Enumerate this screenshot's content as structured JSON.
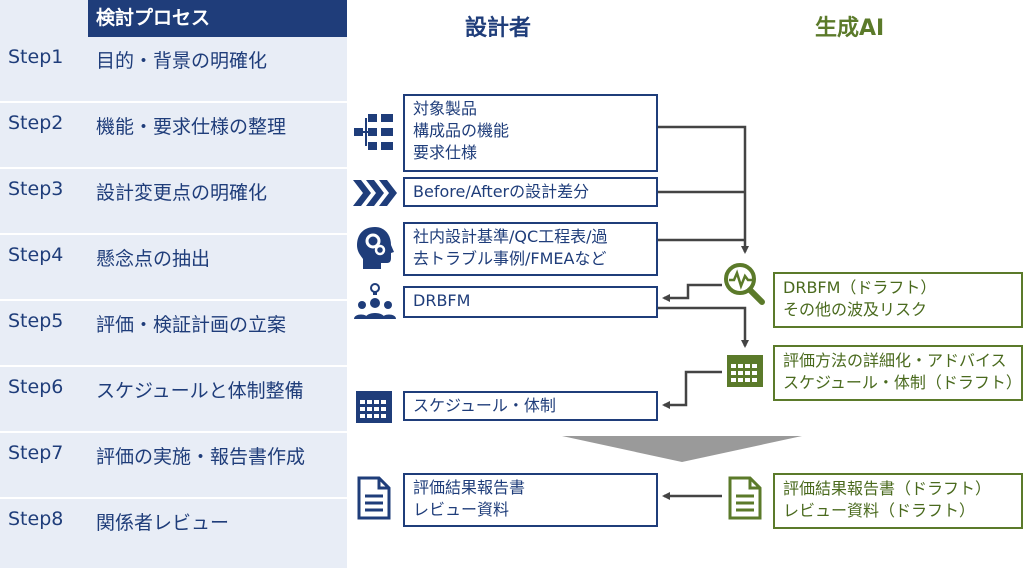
{
  "steps_panel": {
    "header": "検討プロセス",
    "steps": [
      {
        "no": "Step1",
        "label": "目的・背景の明確化"
      },
      {
        "no": "Step2",
        "label": "機能・要求仕様の整理"
      },
      {
        "no": "Step3",
        "label": "設計変更点の明確化"
      },
      {
        "no": "Step4",
        "label": "懸念点の抽出"
      },
      {
        "no": "Step5",
        "label": "評価・検証計画の立案"
      },
      {
        "no": "Step6",
        "label": "スケジュールと体制整備"
      },
      {
        "no": "Step7",
        "label": "評価の実施・報告書作成"
      },
      {
        "no": "Step8",
        "label": "関係者レビュー"
      }
    ]
  },
  "columns": {
    "designer": "設計者",
    "ai": "生成AI"
  },
  "designer_boxes": {
    "b1": {
      "line1": "対象製品",
      "line2": "構成品の機能",
      "line3": "要求仕様"
    },
    "b2": {
      "line1": "Before/Afterの設計差分"
    },
    "b3": {
      "line1": "社内設計基準/QC工程表/過",
      "line2": "去トラブル事例/FMEAなど"
    },
    "b4": {
      "line1": "DRBFM"
    },
    "b5": {
      "line1": "スケジュール・体制"
    },
    "b6": {
      "line1": "評価結果報告書",
      "line2": "レビュー資料"
    }
  },
  "ai_boxes": {
    "g1": {
      "line1": "DRBFM（ドラフト）",
      "line2": "その他の波及リスク"
    },
    "g2": {
      "line1": "評価方法の詳細化・アドバイス",
      "line2": "スケジュール・体制（ドラフト）"
    },
    "g3": {
      "line1": "評価結果報告書（ドラフト）",
      "line2": "レビュー資料（ドラフト）"
    }
  },
  "colors": {
    "navy": "#1f3d7a",
    "olive": "#5b7a2a",
    "panel": "#e8edf6",
    "arrow": "#444444",
    "divider": "#999999"
  },
  "icons": {
    "b1": "hierarchy-icon",
    "b2": "chevrons-icon",
    "b3": "brain-gear-icon",
    "b4": "team-idea-icon",
    "b5": "calendar-icon",
    "b6": "document-icon",
    "g1": "magnifier-pulse-icon",
    "g2": "calendar-icon",
    "g3": "document-icon"
  }
}
